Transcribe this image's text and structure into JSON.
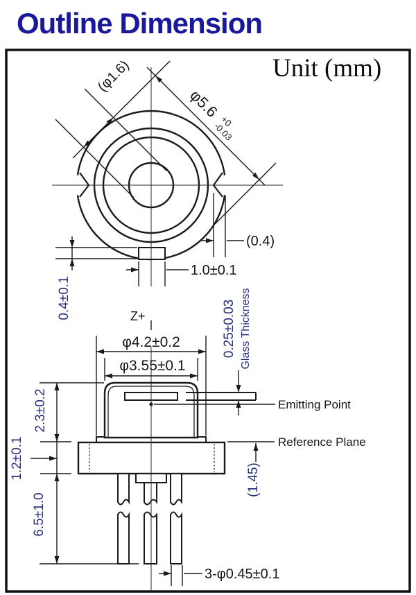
{
  "page": {
    "title": "Outline Dimension",
    "unit_label": "Unit (mm)"
  },
  "colors": {
    "title_blue": "#1a189b",
    "line_black": "#1a1a1a",
    "rotated_dim_blue": "#28307e"
  },
  "top_view": {
    "inner_circle_dia": "(φ1.6)",
    "body_dia": "φ5.6",
    "body_dia_tol_upper": "+0",
    "body_dia_tol_lower": "-0.03",
    "notch_depth": "(0.4)",
    "tab_width": "1.0±0.1",
    "tab_height": "0.4±0.1"
  },
  "side_view": {
    "z_axis": "Z+",
    "base_ring_dia": "φ4.2±0.2",
    "cap_dia": "φ3.55±0.1",
    "glass_thickness_value": "0.25±0.03",
    "glass_thickness_label": "Glass Thickness",
    "emitting_point_label": "Emitting Point",
    "reference_plane_label": "Reference Plane",
    "cap_height": "2.3±0.2",
    "flange_thickness": "1.2±0.1",
    "lead_length": "6.5±1.0",
    "ref_plane_offset": "(1.45)",
    "lead_dia": "3-φ0.45±0.1"
  }
}
